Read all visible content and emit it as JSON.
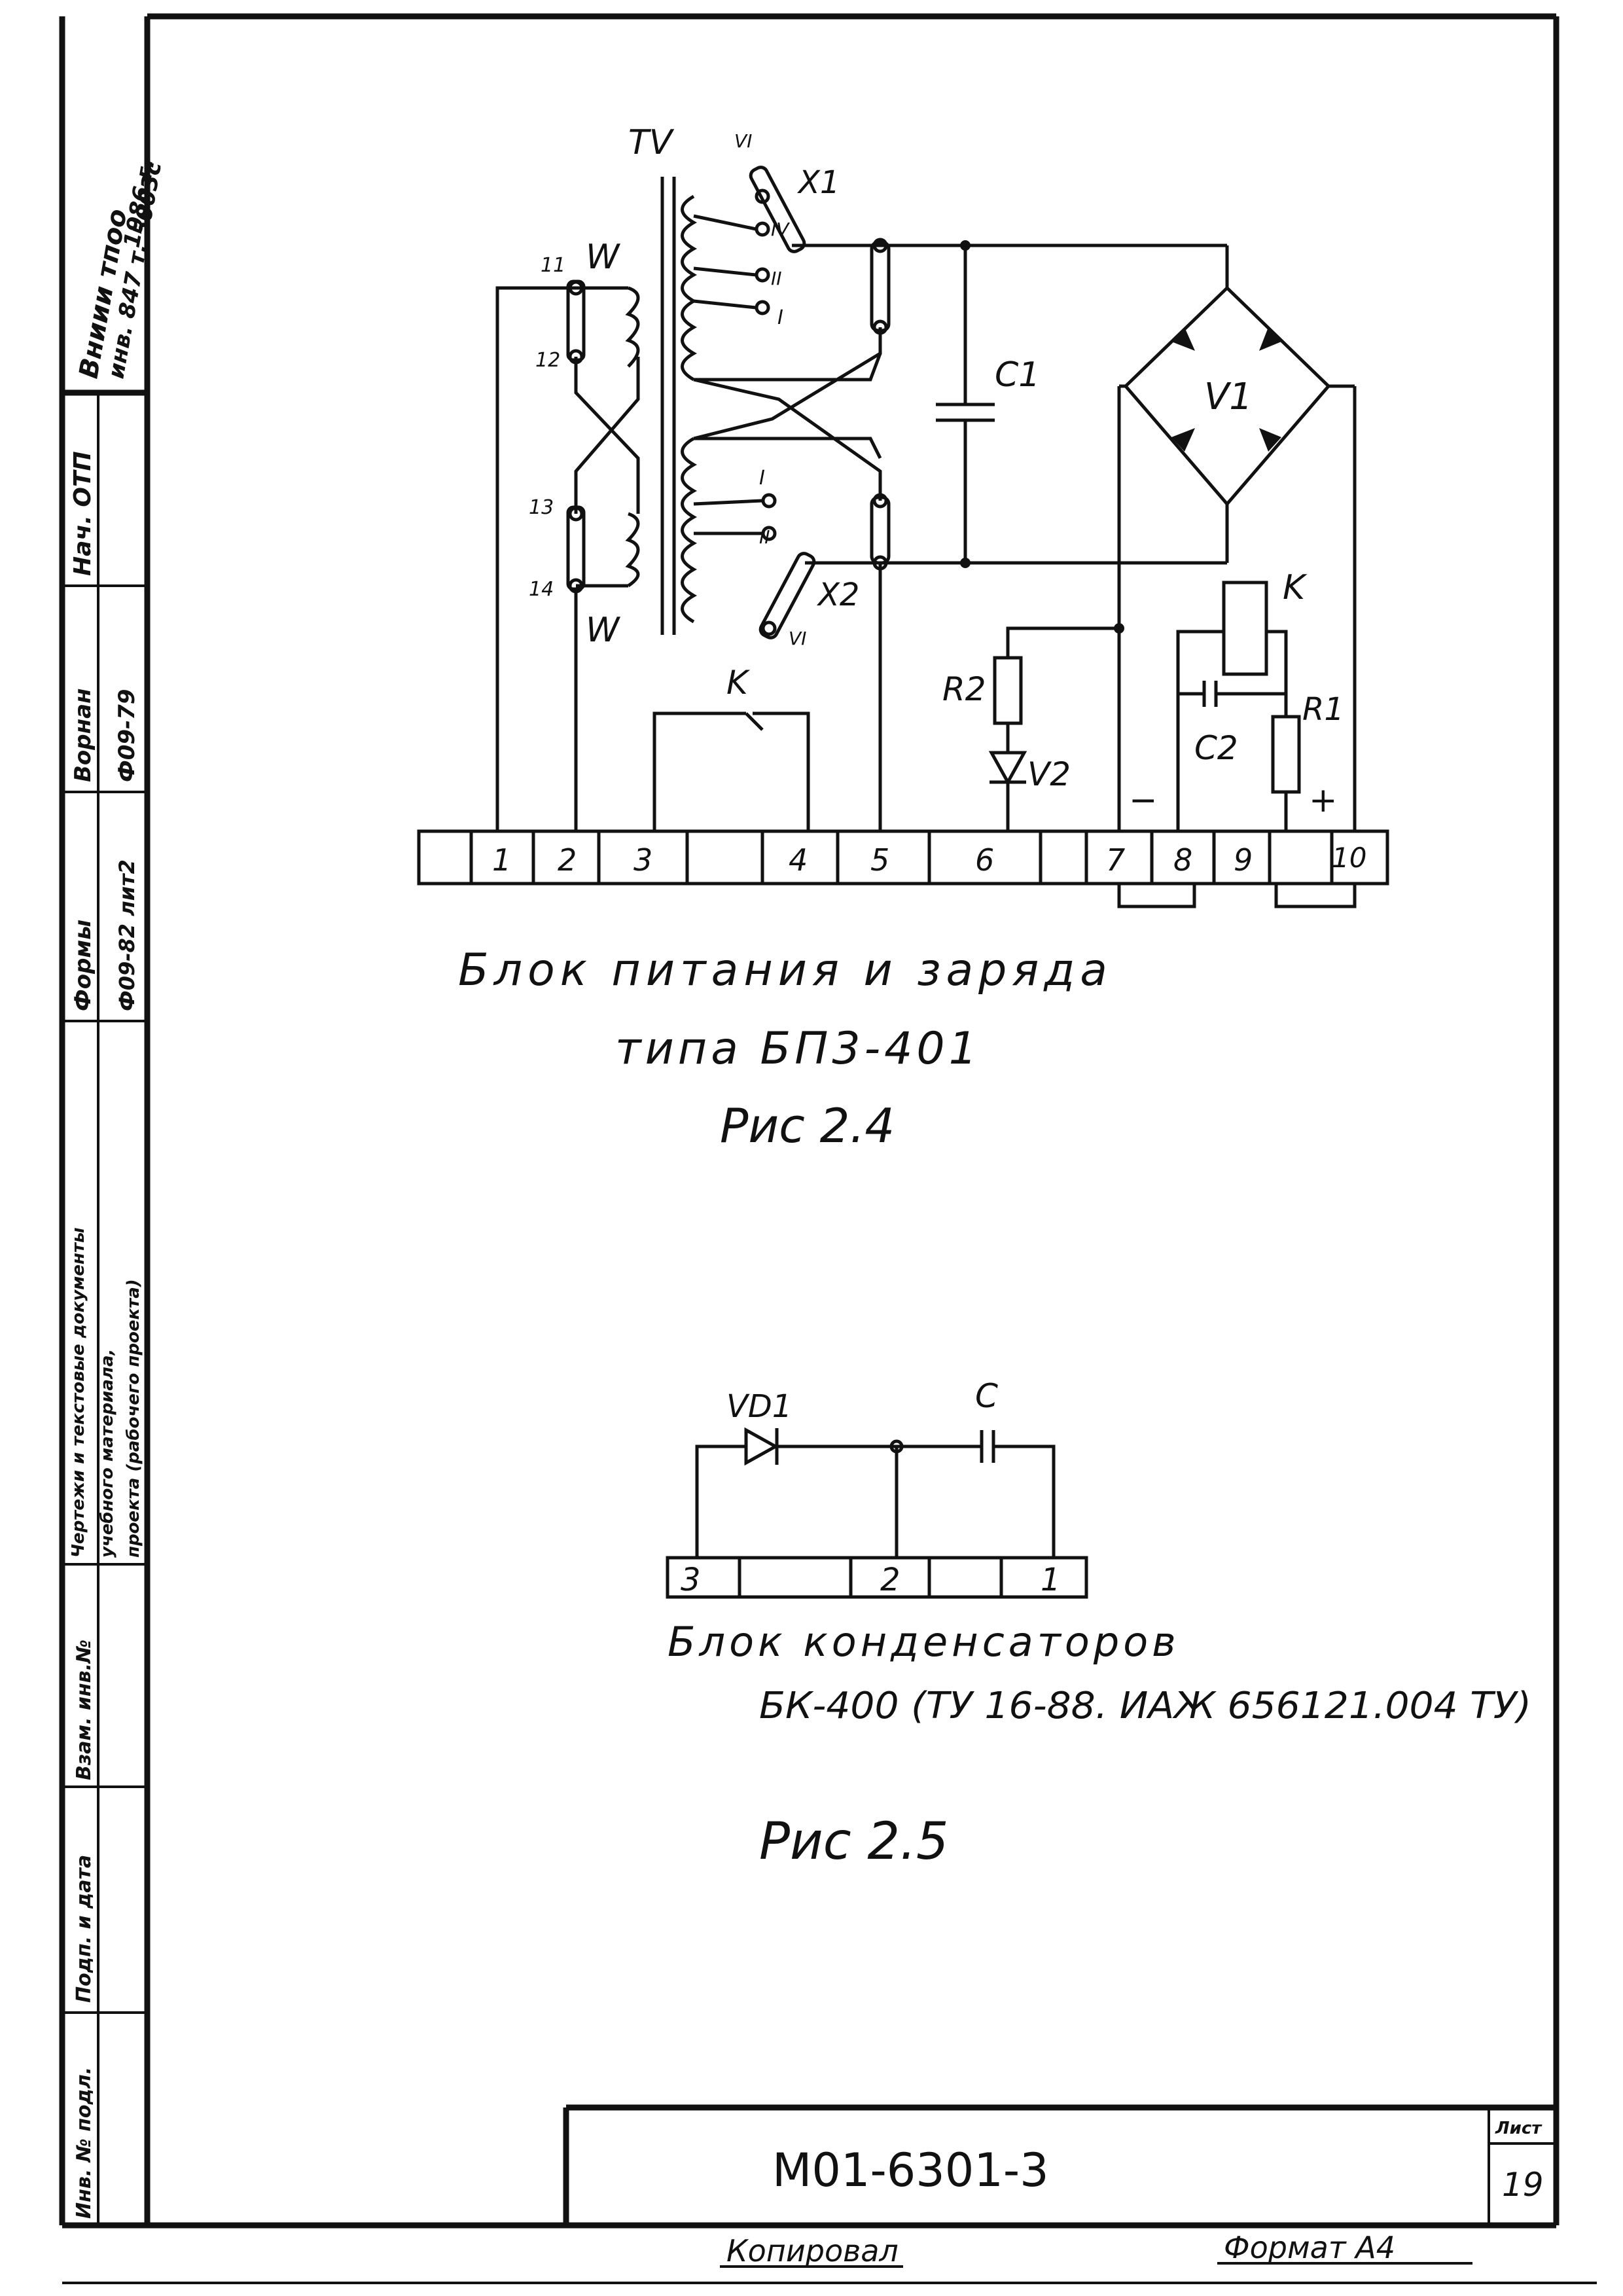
{
  "sidebar": {
    "top_note_1": "Вниии тпоо",
    "top_note_2": "инв. 847 т. 5003с",
    "top_note_3": "1986 г.",
    "stamp_1": "Нач. ОТП",
    "stamp_2": "Ворнан",
    "stamp_3": "Ф09-79",
    "stamp_4": "Формы",
    "stamp_5": "Ф09-82 лит2",
    "stamp_6": "Чертежи и текстовые документы",
    "stamp_7": "учебного материала,",
    "stamp_8": "проекта (рабочего проекта)",
    "stamp_9": "Взам. инв.№",
    "stamp_10": "Подп. и дата",
    "stamp_11": "Инв. № подл."
  },
  "fig24": {
    "label_TV": "TV",
    "label_W1a": "W",
    "label_W1b": "W",
    "label_C1": "C1",
    "label_V1": "V1",
    "label_K_top": "K",
    "label_K_relay": "K",
    "label_R2": "R2",
    "label_V2": "V2",
    "label_C2": "C2",
    "label_R1": "R1",
    "label_minus": "−",
    "label_plus": "+",
    "label_X1": "X1",
    "label_X2": "X2",
    "tap_top": [
      "VI",
      "IV",
      "II",
      "I"
    ],
    "tap_bottom": [
      "I",
      "II",
      "VI"
    ],
    "pins_w": [
      "11",
      "12",
      "13",
      "14"
    ],
    "terminals": [
      "1",
      "2",
      "3",
      "4",
      "5",
      "6",
      "7",
      "8",
      "9",
      "10"
    ],
    "caption_1": "Блок питания и заряда",
    "caption_2": "типа БП3-401",
    "caption_3": "Рис 2.4"
  },
  "fig25": {
    "label_VD1": "VD1",
    "label_C": "C",
    "terminals": [
      "3",
      "2",
      "1"
    ],
    "caption_1": "Блок конденсаторов",
    "caption_2": "БК-400 (ТУ 16-88. ИАЖ 656121.004 ТУ)",
    "caption_3": "Рис 2.5"
  },
  "title_block": {
    "doc_code": "М01-6301-3",
    "sheet_label": "Лист",
    "sheet_number": "19"
  },
  "footer": {
    "copied": "Копировал",
    "format": "Формат А4"
  }
}
